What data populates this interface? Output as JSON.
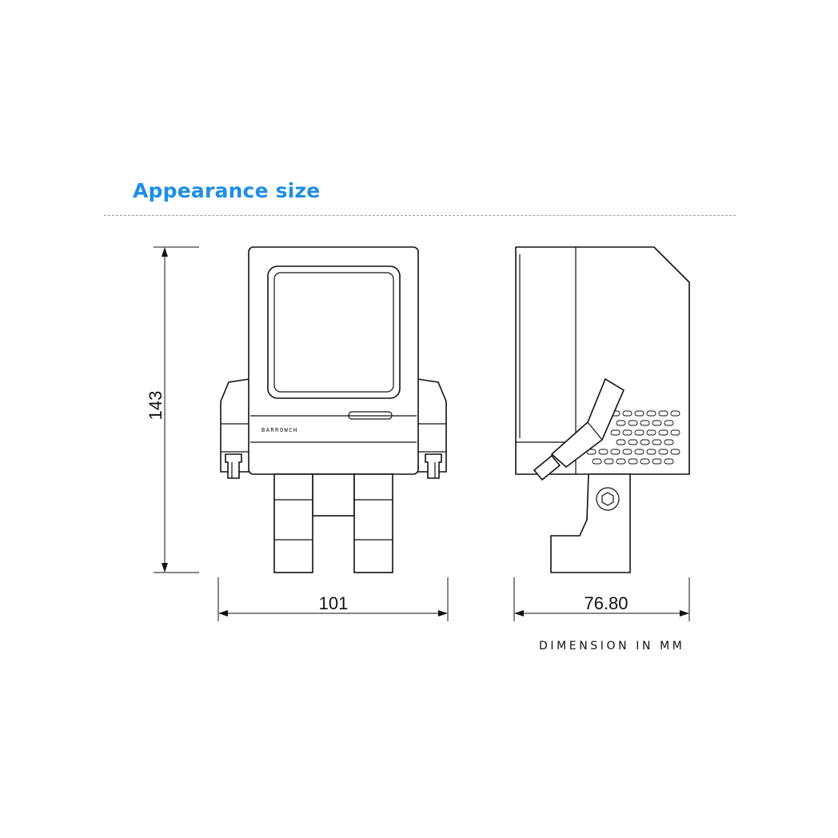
{
  "title": "Appearance size",
  "dimensions": {
    "height": "143",
    "width": "101",
    "depth": "76.80"
  },
  "caption": "DIMENSION IN MM",
  "logo_text": "BARROWCH",
  "colors": {
    "title": "#1e8ee6",
    "line": "#111111",
    "divider": "#9a9a9a"
  }
}
